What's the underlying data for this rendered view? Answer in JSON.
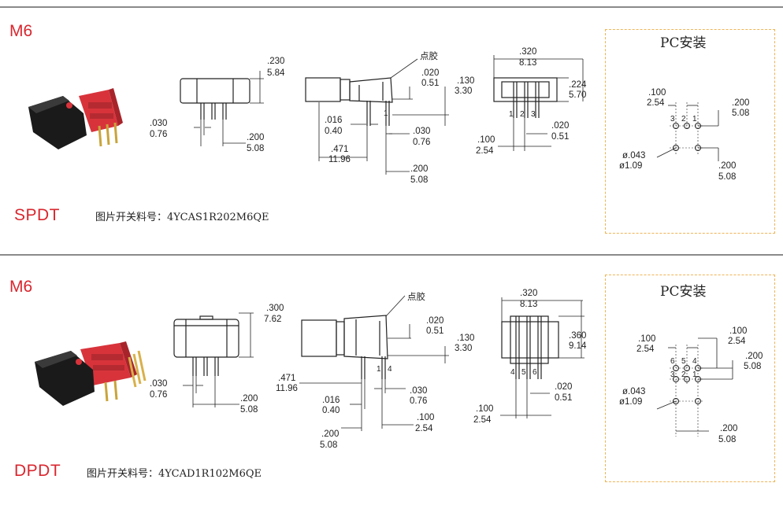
{
  "sections": [
    {
      "model": "M6",
      "type": "SPDT",
      "part_label": "图片开关料号：",
      "part_number": "4YCAS1R202M6QE",
      "pc_title": "PC安装",
      "side": {
        "h": [
          ".230",
          "5.84"
        ],
        "pin": [
          ".030",
          "0.76"
        ],
        "pitch": [
          ".200",
          "5.08"
        ]
      },
      "front": {
        "glue": "点胶",
        "t": [
          ".020",
          "0.51"
        ],
        "hh": [
          ".130",
          "3.30"
        ],
        "a": [
          ".016",
          "0.40"
        ],
        "b": [
          ".030",
          "0.76"
        ],
        "len": [
          ".471",
          "11.96"
        ],
        "p": [
          ".200",
          "5.08"
        ],
        "pin_labels": [
          "1"
        ]
      },
      "end": {
        "w": [
          ".320",
          "8.13"
        ],
        "h": [
          ".224",
          "5.70"
        ],
        "pitch": [
          ".100",
          "2.54"
        ],
        "pin": [
          ".020",
          "0.51"
        ],
        "pin_labels": [
          "1",
          "2",
          "3"
        ]
      },
      "pcb": {
        "p1": [
          ".100",
          "2.54"
        ],
        "p2": [
          ".200",
          "5.08"
        ],
        "hole": [
          "ø.043",
          "ø1.09"
        ],
        "p3": [
          ".200",
          "5.08"
        ],
        "hole_labels": [
          "3",
          "2",
          "1"
        ]
      }
    },
    {
      "model": "M6",
      "type": "DPDT",
      "part_label": "图片开关料号：",
      "part_number": "4YCAD1R102M6QE",
      "pc_title": "PC安装",
      "side": {
        "h": [
          ".300",
          "7.62"
        ],
        "pin": [
          ".030",
          "0.76"
        ],
        "pitch": [
          ".200",
          "5.08"
        ]
      },
      "front": {
        "glue": "点胶",
        "t": [
          ".020",
          "0.51"
        ],
        "hh": [
          ".130",
          "3.30"
        ],
        "len": [
          ".471",
          "11.96"
        ],
        "a": [
          ".016",
          "0.40"
        ],
        "b": [
          ".030",
          "0.76"
        ],
        "c": [
          ".100",
          "2.54"
        ],
        "p": [
          ".200",
          "5.08"
        ],
        "pin_labels": [
          "1",
          "4"
        ]
      },
      "end": {
        "w": [
          ".320",
          "8.13"
        ],
        "h": [
          ".360",
          "9.14"
        ],
        "pin": [
          ".020",
          "0.51"
        ],
        "pitch": [
          ".100",
          "2.54"
        ],
        "pin_labels": [
          "4",
          "5",
          "6"
        ]
      },
      "pcb": {
        "p1": [
          ".100",
          "2.54"
        ],
        "p1b": [
          ".100",
          "2.54"
        ],
        "p2": [
          ".200",
          "5.08"
        ],
        "hole": [
          "ø.043",
          "ø1.09"
        ],
        "p3": [
          ".200",
          "5.08"
        ],
        "hole_labels_top": [
          "6",
          "5",
          "4"
        ],
        "hole_labels_bot": [
          "3",
          "2",
          "1"
        ]
      }
    }
  ],
  "colors": {
    "accent": "#d9262e",
    "divider": "#8a8a8a",
    "pc_border": "#f0b455",
    "switch_red": "#d8333b",
    "switch_black": "#1a1a1a"
  }
}
